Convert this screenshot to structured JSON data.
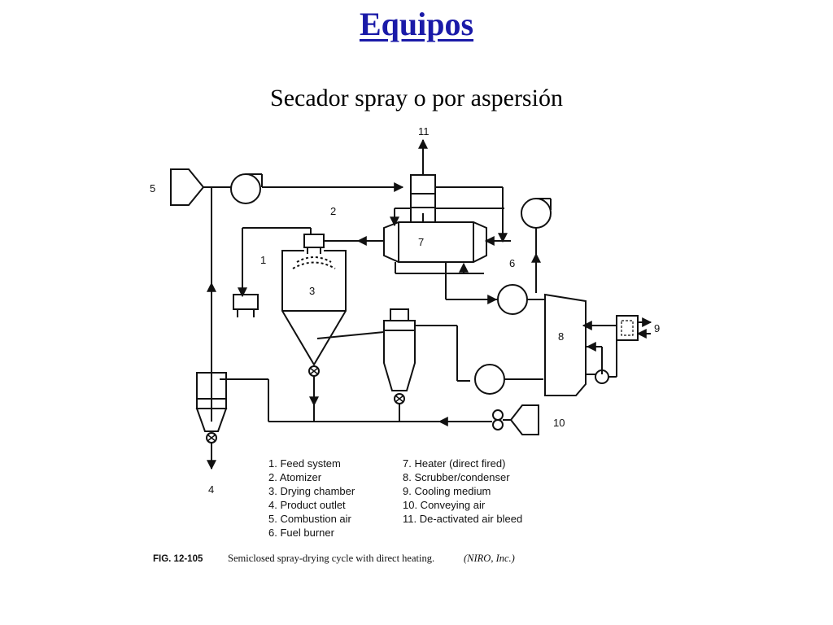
{
  "slide": {
    "title": "Equipos",
    "subtitle": "Secador spray o por aspersión"
  },
  "diagram": {
    "numbers": [
      "1",
      "2",
      "3",
      "4",
      "5",
      "6",
      "7",
      "8",
      "9",
      "10",
      "11"
    ],
    "legend_left": [
      "1. Feed system",
      "2. Atomizer",
      "3. Drying chamber",
      "4. Product outlet",
      "5. Combustion air",
      "6. Fuel burner"
    ],
    "legend_right": [
      "7. Heater (direct fired)",
      "8. Scrubber/condenser",
      "9. Cooling medium",
      "10. Conveying air",
      "11. De-activated air bleed"
    ],
    "figure_tag": "FIG. 12-105",
    "figure_caption": "Semiclosed spray-drying cycle with direct heating.",
    "figure_source": "(NIRO, Inc.)"
  },
  "colors": {
    "title": "#1a1aa8",
    "ink": "#111111"
  }
}
